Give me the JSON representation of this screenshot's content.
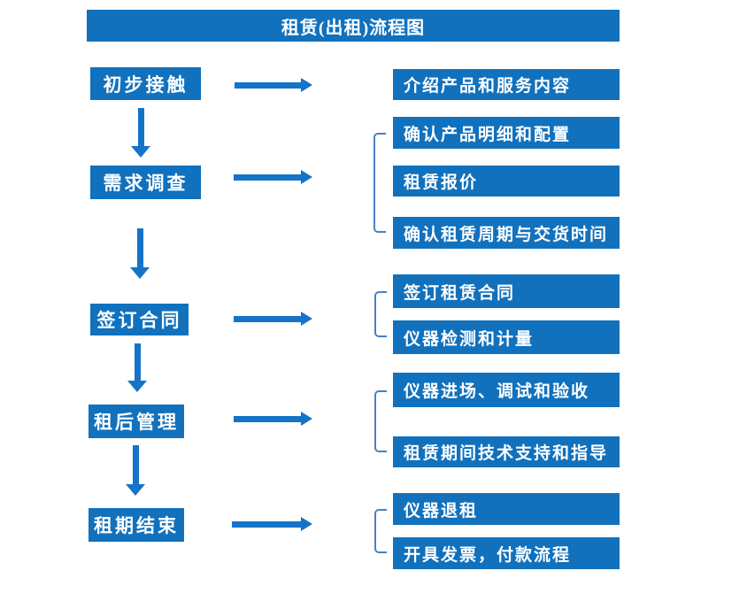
{
  "title": "租赁(出租)流程图",
  "colors": {
    "box": "#1171BD",
    "arrow": "#1573C8",
    "bracket": "#4D7EC0",
    "text": "#FFFFFF"
  },
  "steps": [
    {
      "label": "初步接触",
      "details": [
        "介绍产品和服务内容"
      ]
    },
    {
      "label": "需求调查",
      "details": [
        "确认产品明细和配置",
        "租赁报价",
        "确认租赁周期与交货时间"
      ]
    },
    {
      "label": "签订合同",
      "details": [
        "签订租赁合同",
        "仪器检测和计量"
      ]
    },
    {
      "label": "租后管理",
      "details": [
        "仪器进场、调试和验收",
        "租赁期间技术支持和指导"
      ]
    },
    {
      "label": "租期结束",
      "details": [
        "仪器退租",
        "开具发票，付款流程"
      ]
    }
  ]
}
